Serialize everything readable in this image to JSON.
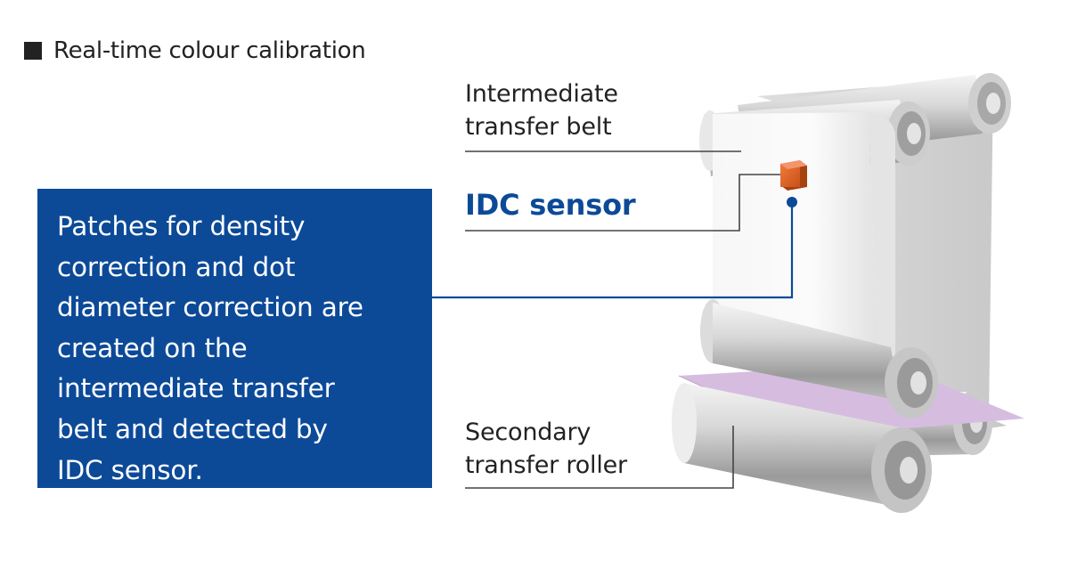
{
  "header": {
    "title": "Real-time colour calibration"
  },
  "info_box": {
    "lines": [
      "Patches for density",
      "correction and dot",
      "diameter correction are",
      "created on the",
      "intermediate transfer",
      "belt and detected by",
      "IDC sensor."
    ]
  },
  "labels": {
    "belt_line1": "Intermediate",
    "belt_line2": "transfer belt",
    "sensor": "IDC sensor",
    "roller_line1": "Secondary",
    "roller_line2": "transfer roller"
  },
  "colors": {
    "accent_blue": "#0c4a98",
    "sensor_orange": "#e2601f",
    "patch_lavender": "#d6bde0",
    "leader_line": "#444444"
  }
}
